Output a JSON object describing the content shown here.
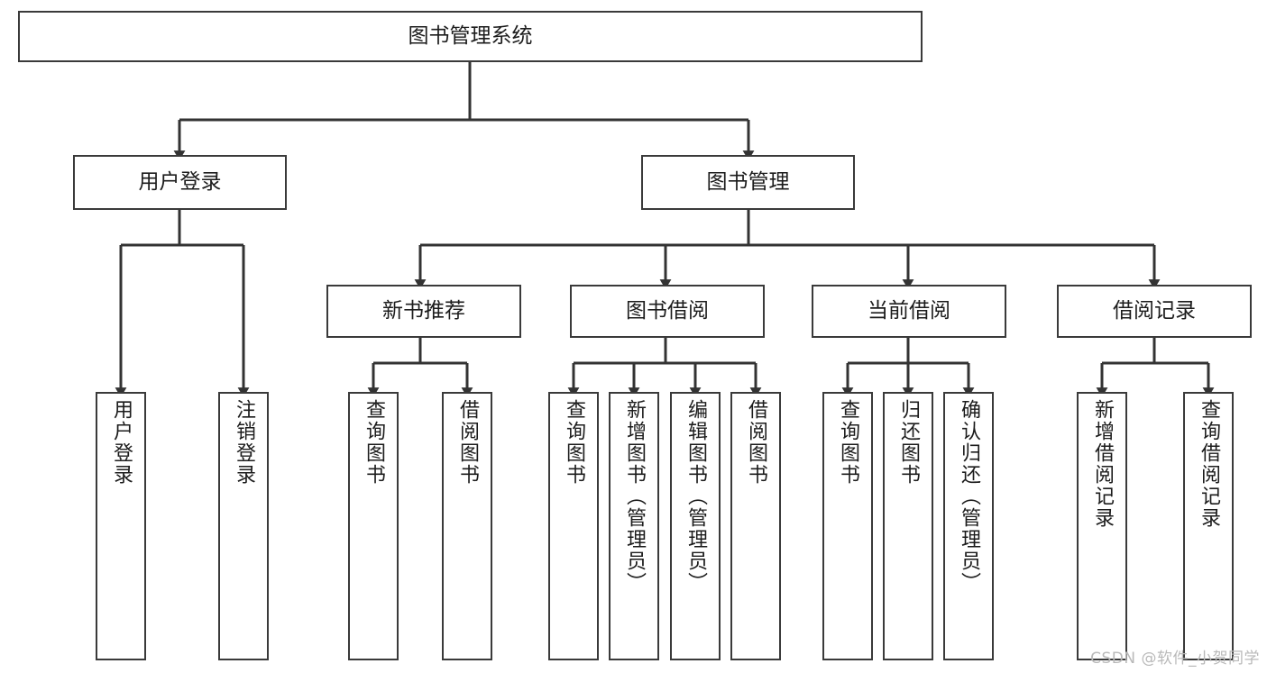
{
  "diagram": {
    "title": "图书管理系统",
    "type": "tree-hierarchy-diagram",
    "colors": {
      "box_border": "#3a3a3a",
      "box_fill": "#ffffff",
      "edge": "#333333",
      "text": "#1c1c1c",
      "watermark": "#b9b9b9",
      "background": "#ffffff"
    },
    "root": {
      "id": "root",
      "label": "图书管理系统"
    },
    "level2": [
      {
        "id": "user-login",
        "label": "用户登录"
      },
      {
        "id": "book-manage",
        "label": "图书管理"
      }
    ],
    "level3": [
      {
        "id": "new-book-recommend",
        "label": "新书推荐",
        "parent": "book-manage"
      },
      {
        "id": "book-borrow",
        "label": "图书借阅",
        "parent": "book-manage"
      },
      {
        "id": "current-borrow",
        "label": "当前借阅",
        "parent": "book-manage"
      },
      {
        "id": "borrow-record",
        "label": "借阅记录",
        "parent": "book-manage"
      }
    ],
    "leaves": {
      "user_login": [
        {
          "id": "leaf-user-login",
          "label": "用户登录"
        },
        {
          "id": "leaf-logout-login",
          "label": "注销登录"
        }
      ],
      "new_book_recommend": [
        {
          "id": "leaf-query-book-1",
          "label": "查询图书"
        },
        {
          "id": "leaf-borrow-book-1",
          "label": "借阅图书"
        }
      ],
      "book_borrow": [
        {
          "id": "leaf-query-book-2",
          "label": "查询图书"
        },
        {
          "id": "leaf-add-book",
          "label": "新增图书（管理员）"
        },
        {
          "id": "leaf-edit-book",
          "label": "编辑图书（管理员）"
        },
        {
          "id": "leaf-borrow-book-2",
          "label": "借阅图书"
        }
      ],
      "current_borrow": [
        {
          "id": "leaf-query-book-3",
          "label": "查询图书"
        },
        {
          "id": "leaf-return-book",
          "label": "归还图书"
        },
        {
          "id": "leaf-confirm-return",
          "label": "确认归还（管理员）"
        }
      ],
      "borrow_record": [
        {
          "id": "leaf-add-record",
          "label": "新增借阅记录"
        },
        {
          "id": "leaf-query-record",
          "label": "查询借阅记录"
        }
      ]
    },
    "watermark": "CSDN @软件_小贺同学"
  }
}
